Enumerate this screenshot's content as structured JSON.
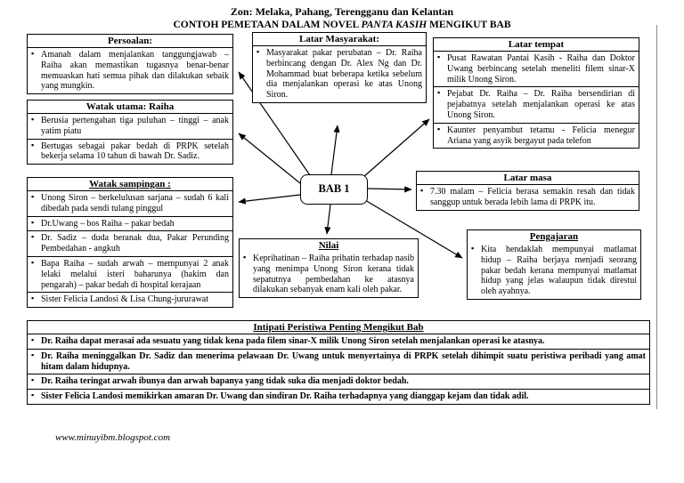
{
  "header": {
    "line1": "Zon: Melaka, Pahang, Terengganu dan Kelantan",
    "line2_prefix": "CONTOH PEMETAAN DALAM NOVEL ",
    "line2_novel": "PANTA KASIH",
    "line2_suffix": " MENGIKUT BAB"
  },
  "center": {
    "label": "BAB 1"
  },
  "boxes": {
    "persoalan": {
      "title": "Persoalan:",
      "items": [
        "Amanah dalam menjalankan tanggungjawab – Raiha akan memastikan tugasnya benar-benar memuaskan hati semua pihak dan dilakukan sebaik yang  mungkin."
      ]
    },
    "watak_utama": {
      "title": "Watak utama: Raiha",
      "items": [
        "Berusia pertengahan tiga puluhan – tinggi – anak yatim piatu",
        "Bertugas sebagai pakar bedah di PRPK setelah bekerja selama 10 tahun di bawah Dr. Sadiz."
      ]
    },
    "watak_sampingan": {
      "title": "Watak sampingan :",
      "items": [
        "Unong Siron – berkelulusan sarjana – sudah  6 kali dibedah pada sendi tulang pinggul",
        "Dr.Uwang – bos Raiha – pakar bedah",
        "Dr. Sadiz – duda beranak dua, Pakar Perunding Pembedahan - angkuh",
        "Bapa Raiha – sudah arwah – mempunyai 2 anak lelaki melalui isteri baharunya (hakim dan pengarah) – pakar bedah di hospital kerajaan",
        "Sister Felicia Landosi & Lisa Chung-jururawat"
      ]
    },
    "latar_masyarakat": {
      "title": "Latar Masyarakat:",
      "items": [
        "Masyarakat pakar perubatan – Dr. Raiha berbincang dengan Dr. Alex Ng dan Dr. Mohammad buat beberapa ketika sebelum dia menjalankan operasi ke atas Unong Siron."
      ]
    },
    "latar_tempat": {
      "title": "Latar tempat",
      "items": [
        "Pusat Rawatan Pantai Kasih -   Raiha dan Doktor Uwang berbincang setelah meneliti filem sinar-X milik Unong Siron.",
        "Pejabat Dr. Raiha – Dr. Raiha bersendirian di pejabatnya setelah menjalankan operasi ke atas Unong Siron.",
        "Kaunter penyambut tetamu -  Felicia menegur Ariana yang asyik bergayut pada telefon"
      ]
    },
    "latar_masa": {
      "title": "Latar masa",
      "items": [
        "7.30 malam – Felicia berasa semakin resah dan tidak sanggup untuk berada lebih lama di PRPK itu."
      ]
    },
    "pengajaran": {
      "title": "Pengajaran",
      "items": [
        "Kita hendaklah mempunyai matlamat hidup – Raiha berjaya menjadi seorang pakar bedah kerana mempunyai matlamat hidup yang jelas walaupun tidak direstui oleh ayahnya."
      ]
    },
    "nilai": {
      "title": "Nilai",
      "items": [
        "Keprihatinan – Raiha prihatin terhadap nasib yang menimpa Unong Siron kerana tidak sepatutnya pembedahan ke atasnya dilakukan sebanyak enam kali oleh pakar."
      ]
    }
  },
  "intipati": {
    "title": "Intipati Peristiwa Penting Mengikut Bab",
    "items": [
      "Dr. Raiha dapat merasai ada sesuatu yang tidak kena pada filem sinar-X milik Unong Siron setelah menjalankan operasi ke atasnya.",
      "Dr. Raiha meninggalkan Dr. Sadiz dan menerima pelawaan Dr. Uwang untuk menyertainya di PRPK setelah dihimpit suatu peristiwa peribadi yang amat hitam dalam hidupnya.",
      "Dr. Raiha teringat arwah ibunya dan arwah bapanya yang tidak suka dia menjadi doktor bedah.",
      "Sister Felicia Landosi memikirkan amaran Dr. Uwang dan sindiran Dr. Raiha terhadapnya yang dianggap kejam dan tidak adil."
    ]
  },
  "footer": {
    "url": "www.minuyibm.blogspot.com"
  }
}
